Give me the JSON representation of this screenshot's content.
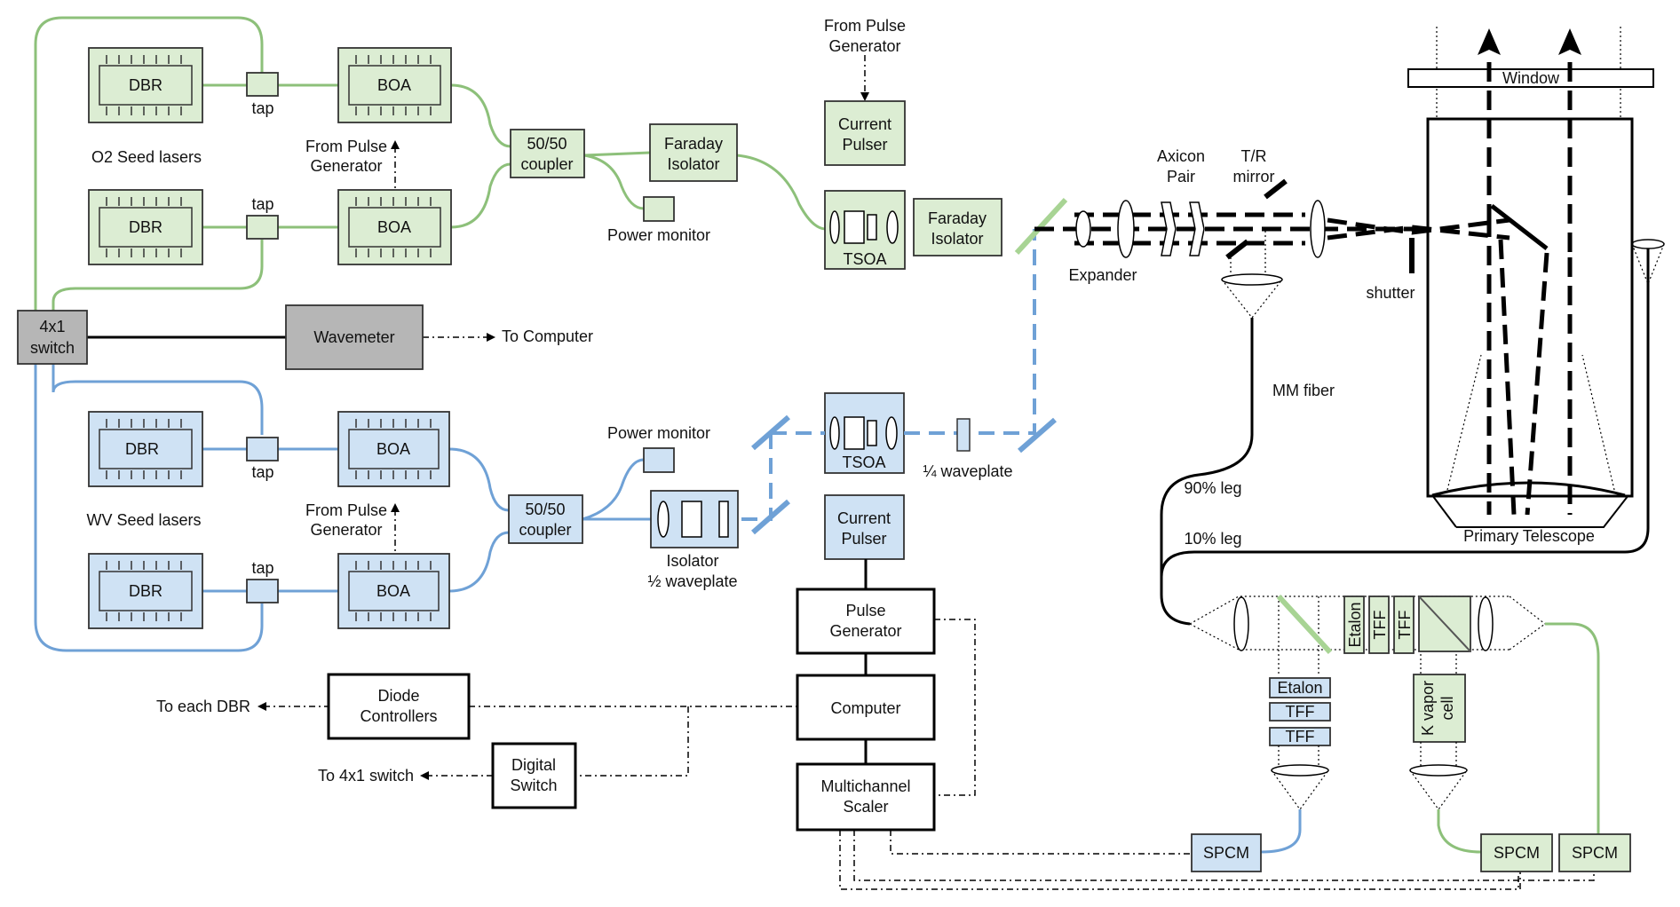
{
  "labels": {
    "dbr": "DBR",
    "boa": "BOA",
    "tap": "tap",
    "o2_seed": "O2 Seed lasers",
    "wv_seed": "WV Seed lasers",
    "from_pulse_1": "From Pulse",
    "from_pulse_2": "Generator",
    "coupler_1": "50/50",
    "coupler_2": "coupler",
    "faraday_1": "Faraday",
    "faraday_2": "Isolator",
    "power_monitor": "Power monitor",
    "current_1": "Current",
    "current_2": "Pulser",
    "tsoa": "TSOA",
    "switch_1": "4x1",
    "switch_2": "switch",
    "wavemeter": "Wavemeter",
    "to_computer": "To Computer",
    "expander": "Expander",
    "axicon_1": "Axicon",
    "axicon_2": "Pair",
    "tr_1": "T/R",
    "tr_2": "mirror",
    "shutter": "shutter",
    "window": "Window",
    "primary_telescope": "Primary Telescope",
    "mm_fiber": "MM fiber",
    "leg_90": "90% leg",
    "leg_10": "10% leg",
    "quarter_wp": "¼ waveplate",
    "isolator": "Isolator",
    "half_wp": "½ waveplate",
    "pulse_gen_1": "Pulse",
    "pulse_gen_2": "Generator",
    "computer": "Computer",
    "mcs_1": "Multichannel",
    "mcs_2": "Scaler",
    "diode_1": "Diode",
    "diode_2": "Controllers",
    "digital_1": "Digital",
    "digital_2": "Switch",
    "to_each_dbr": "To each DBR",
    "to_switch": "To 4x1 switch",
    "etalon": "Etalon",
    "tff": "TFF",
    "k_vapor_1": "K vapor",
    "k_vapor_2": "cell",
    "spcm": "SPCM"
  },
  "colors": {
    "o2_green": "#dcedd3",
    "wv_blue": "#cfe2f4",
    "fiber_green": "#8dc07a",
    "fiber_blue": "#6fa1d6",
    "wavemeter_gray": "#b6b6b6"
  }
}
